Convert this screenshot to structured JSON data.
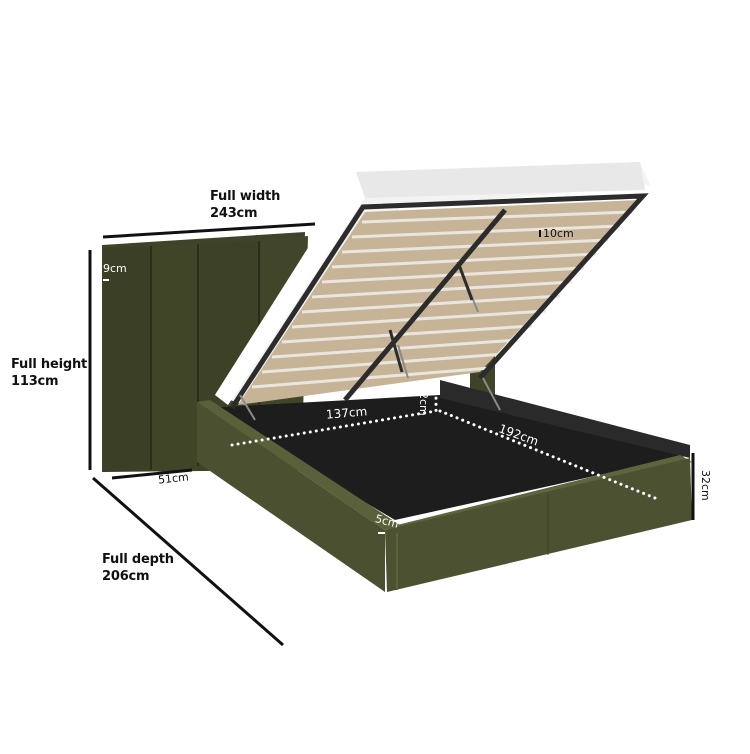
{
  "diagram": {
    "subject": "Ottoman storage bed with tall panelled headboard, lift-up slatted base shown open",
    "colors": {
      "fabric_green": "#4a4f2f",
      "fabric_green_dark": "#363a22",
      "storage_interior": "#1f1f1f",
      "slat_wood": "#c9b59a",
      "frame_metal": "#2e2e2e",
      "mattress_white": "#f2f2f2",
      "dimension_line": "#111111",
      "inner_label": "#ffffff"
    },
    "labels": {
      "full_width": {
        "title": "Full width",
        "value": "243cm"
      },
      "full_height": {
        "title": "Full height",
        "value": "113cm"
      },
      "full_depth": {
        "title": "Full depth",
        "value": "206cm"
      },
      "headboard_depth": "51cm",
      "headboard_panel_thickness": "9cm",
      "slat_gap": "10cm",
      "storage_width": "137cm",
      "storage_length": "192cm",
      "storage_depth": "22cm",
      "base_height": "32cm",
      "side_rail_thickness": "5cm"
    }
  }
}
